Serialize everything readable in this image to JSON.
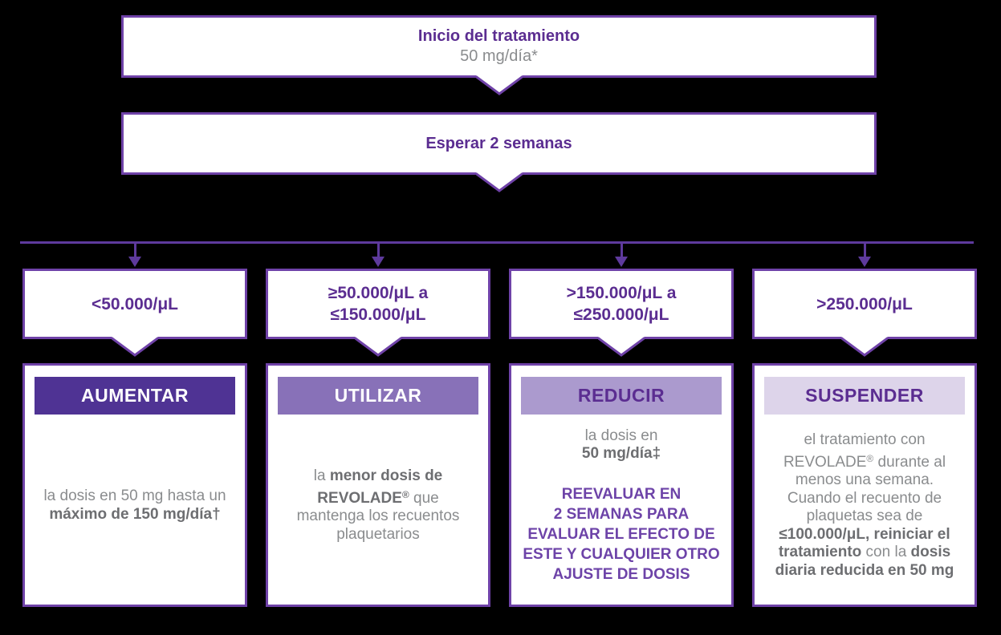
{
  "palette": {
    "background": "#000000",
    "box_border": "#6f42a8",
    "connector": "#5e3a9d",
    "heading_purple": "#5b2d91",
    "body_gray": "#8a8c8e",
    "body_gray_bold": "#6d6e71",
    "note_purple": "#6d43a8",
    "header_backgrounds": [
      "#4f3394",
      "#8871b8",
      "#ab9ace",
      "#ddd4ea"
    ]
  },
  "start_box": {
    "title": "Inicio del tratamiento",
    "subtitle": "50 mg/día*"
  },
  "wait_box": {
    "title": "Esperar 2 semanas"
  },
  "columns": [
    {
      "condition": {
        "lines": [
          "<50.000/μL"
        ]
      },
      "action": {
        "header": "AUMENTAR",
        "lines": [
          [
            {
              "t": "la dosis en 50 mg hasta un",
              "b": false
            }
          ],
          [
            {
              "t": "máximo de 150 mg/día†",
              "b": true
            }
          ]
        ]
      }
    },
    {
      "condition": {
        "lines": [
          "≥50.000/μL a",
          "≤150.000/μL"
        ]
      },
      "action": {
        "header": "UTILIZAR",
        "lines": [
          [
            {
              "t": "la ",
              "b": false
            },
            {
              "t": "menor dosis de",
              "b": true
            }
          ],
          [
            {
              "t": "REVOLADE",
              "b": true
            },
            {
              "t": "®",
              "b": true,
              "sup": true
            },
            {
              "t": " que",
              "b": false
            }
          ],
          [
            {
              "t": "mantenga los recuentos",
              "b": false
            }
          ],
          [
            {
              "t": "plaquetarios",
              "b": false
            }
          ]
        ]
      }
    },
    {
      "condition": {
        "lines": [
          ">150.000/μL a",
          "≤250.000/μL"
        ]
      },
      "action": {
        "header": "REDUCIR",
        "lines": [
          [
            {
              "t": "la dosis en",
              "b": false
            }
          ],
          [
            {
              "t": "50 mg/día‡",
              "b": true
            }
          ]
        ],
        "note_lines": [
          "REEVALUAR EN",
          "2 SEMANAS PARA",
          "EVALUAR EL EFECTO DE",
          "ESTE Y CUALQUIER OTRO",
          "AJUSTE DE DOSIS"
        ]
      }
    },
    {
      "condition": {
        "lines": [
          ">250.000/μL"
        ]
      },
      "action": {
        "header": "SUSPENDER",
        "lines": [
          [
            {
              "t": "el tratamiento con",
              "b": false
            }
          ],
          [
            {
              "t": "REVOLADE",
              "b": false
            },
            {
              "t": "®",
              "b": false,
              "sup": true
            },
            {
              "t": " durante al",
              "b": false
            }
          ],
          [
            {
              "t": "menos una semana.",
              "b": false
            }
          ],
          [
            {
              "t": "Cuando el recuento de",
              "b": false
            }
          ],
          [
            {
              "t": "plaquetas sea de",
              "b": false
            }
          ],
          [
            {
              "t": "≤100.000/μL, reiniciar el",
              "b": true
            }
          ],
          [
            {
              "t": "tratamiento",
              "b": true
            },
            {
              "t": " con la ",
              "b": false
            },
            {
              "t": "dosis",
              "b": true
            }
          ],
          [
            {
              "t": "diaria reducida en 50 mg",
              "b": true
            }
          ]
        ]
      }
    }
  ]
}
